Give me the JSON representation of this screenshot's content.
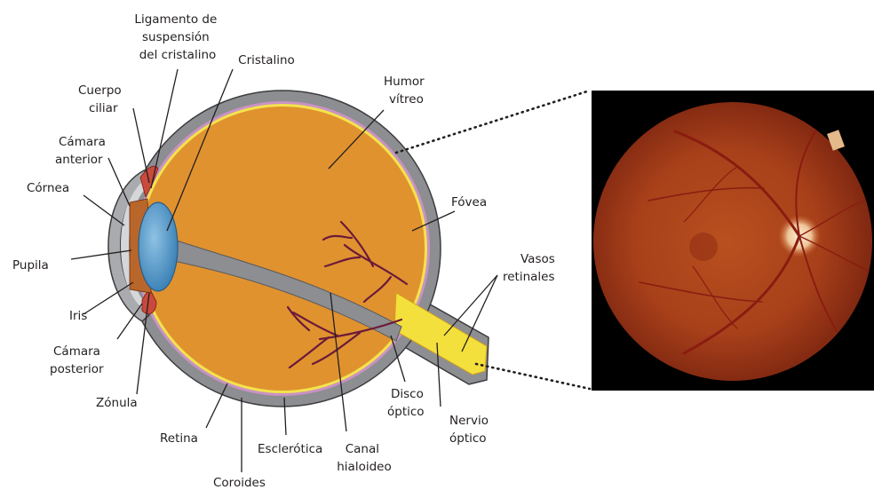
{
  "labels": {
    "ligamento": [
      "Ligamento de",
      "suspensión",
      "del cristalino"
    ],
    "cristalino": "Cristalino",
    "cuerpo_ciliar": [
      "Cuerpo",
      "ciliar"
    ],
    "humor_vitreo": [
      "Humor",
      "vítreo"
    ],
    "camara_anterior": [
      "Cámara",
      "anterior"
    ],
    "cornea": "Córnea",
    "fovea": "Fóvea",
    "pupila": "Pupila",
    "vasos_retinales": [
      "Vasos",
      "retinales"
    ],
    "iris": "Iris",
    "camara_posterior": [
      "Cámara",
      "posterior"
    ],
    "zonula": "Zónula",
    "disco_optico": [
      "Disco",
      "óptico"
    ],
    "nervio_optico": [
      "Nervio",
      "óptico"
    ],
    "retina": "Retina",
    "esclerotica": "Esclerótica",
    "canal_hialoideo": [
      "Canal",
      "hialoideo"
    ],
    "coroides": "Coroides"
  },
  "colors": {
    "sclera": "#8c8e91",
    "vitreous": "#e0922f",
    "retina_layer": "#f3e34c",
    "choroid_layer": "#c992c4",
    "lens": "#6aa6cf",
    "optic_nerve": "#f4e03c",
    "fundus_bg": "#000000",
    "fundus": "#b0441a"
  }
}
